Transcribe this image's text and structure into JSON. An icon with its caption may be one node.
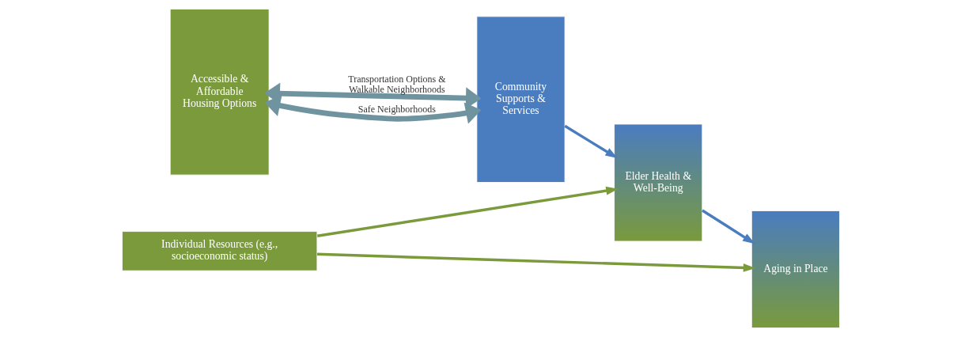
{
  "diagram": {
    "nodes": [
      {
        "text": [
          "Accessible & Affordable Housing Options"
        ]
      },
      {
        "text": [
          "Community Supports & Services"
        ]
      },
      {
        "text": [
          "Elder Health & Well-Being"
        ]
      },
      {
        "text": [
          "Aging in Place"
        ]
      },
      {
        "text": [
          "Individual Resources (e.g., socioeconomic status)"
        ]
      }
    ],
    "edges": [
      {
        "from": 0,
        "to": 1,
        "arrow": "both",
        "label": "Transportation Options & Walkable Neighborhoods",
        "style": "thick",
        "color": "#6f94a0"
      },
      {
        "from": 0,
        "to": 1,
        "arrow": "both",
        "label": "Safe Neighborhoods",
        "style": "thick",
        "color": "#6f94a0"
      },
      {
        "from": 1,
        "to": 2,
        "arrow": "to",
        "color": "#4a7cc0"
      },
      {
        "from": 2,
        "to": 3,
        "arrow": "to",
        "color": "#4a7cc0"
      },
      {
        "from": 4,
        "to": 2,
        "arrow": "to",
        "color": "#7a9a3c"
      },
      {
        "from": 4,
        "to": 3,
        "arrow": "to",
        "color": "#7a9a3c"
      }
    ]
  }
}
